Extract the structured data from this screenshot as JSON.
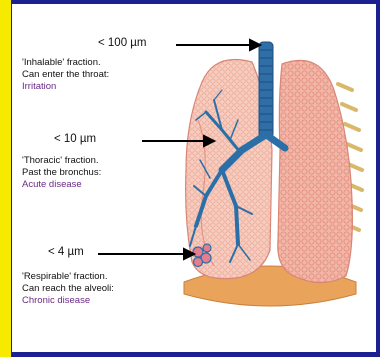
{
  "labels": [
    {
      "size": "< 100 µm",
      "line1": "'Inhalable' fraction.",
      "line2": "Can enter the throat:",
      "effect": "Irritation"
    },
    {
      "size": "< 10 µm",
      "line1": "'Thoracic' fraction.",
      "line2": "Past the bronchus:",
      "effect": "Acute disease"
    },
    {
      "size": "< 4 µm",
      "line1": "'Respirable' fraction.",
      "line2": "Can reach the alveoli:",
      "effect": "Chronic disease"
    }
  ],
  "colors": {
    "frame": "#1c2090",
    "yellow_bar": "#f5ea00",
    "lung_fill": "#f2b6a8",
    "lung_texture": "#e38c7a",
    "bronchi": "#2a6fa8",
    "diaphragm": "#e9a35a",
    "rib": "#d9b86a",
    "effect_text": "#6a2a86"
  }
}
